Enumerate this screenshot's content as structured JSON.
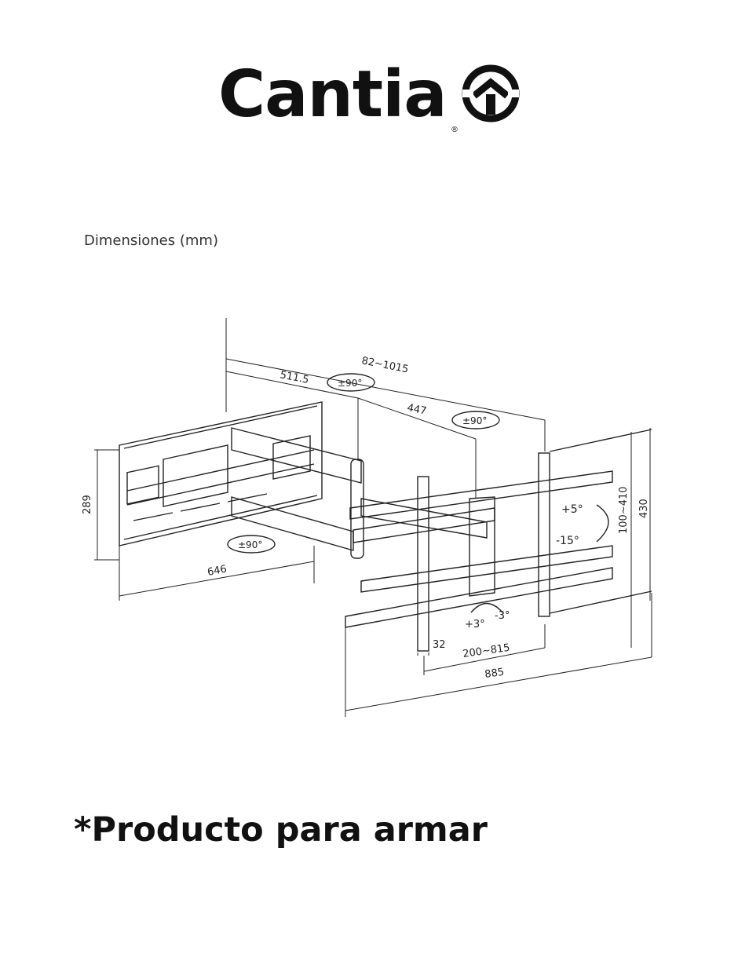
{
  "brand": {
    "name": "Cantia",
    "registered": "®",
    "logo_icon": "house-circle-icon"
  },
  "section_title": "Dimensiones (mm)",
  "diagram": {
    "dimensions": {
      "extension": "82~1015",
      "arm_first": "511.5",
      "arm_second": "447",
      "width_wall_plate": "646",
      "height_wall_plate": "289",
      "vesa_height": "100~410",
      "total_height": "430",
      "vesa_width": "200~815",
      "bracket_width": "885",
      "bracket_offset": "32"
    },
    "angles": {
      "swivel_arm1": "±90°",
      "swivel_arm2": "±90°",
      "swivel_wall": "±90°",
      "tilt_up": "+5°",
      "tilt_down": "-15°",
      "level_pos": "+3°",
      "level_neg": "-3°"
    }
  },
  "footer_note": "*Producto para armar"
}
